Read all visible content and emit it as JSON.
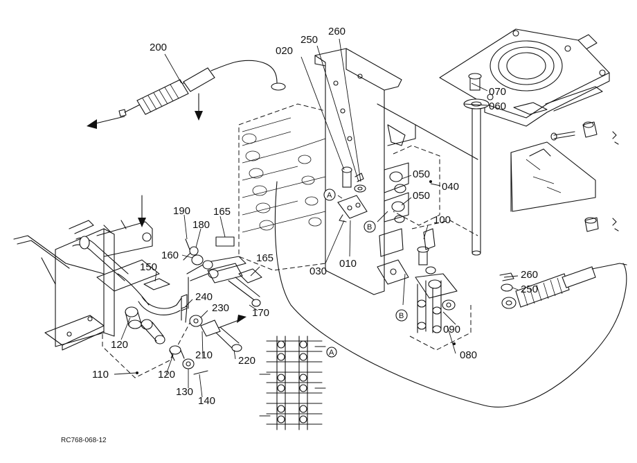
{
  "diagram": {
    "reference_code": "RC768-068-12",
    "part_labels": [
      "200",
      "020",
      "250",
      "260",
      "070",
      "060",
      "050",
      "040",
      "050",
      "100",
      "190",
      "180",
      "165",
      "160",
      "150",
      "165",
      "030",
      "010",
      "260",
      "250",
      "240",
      "230",
      "170",
      "090",
      "120",
      "110",
      "120",
      "210",
      "220",
      "080",
      "130",
      "140"
    ],
    "view_markers": [
      "A",
      "B",
      "B",
      "A"
    ]
  }
}
